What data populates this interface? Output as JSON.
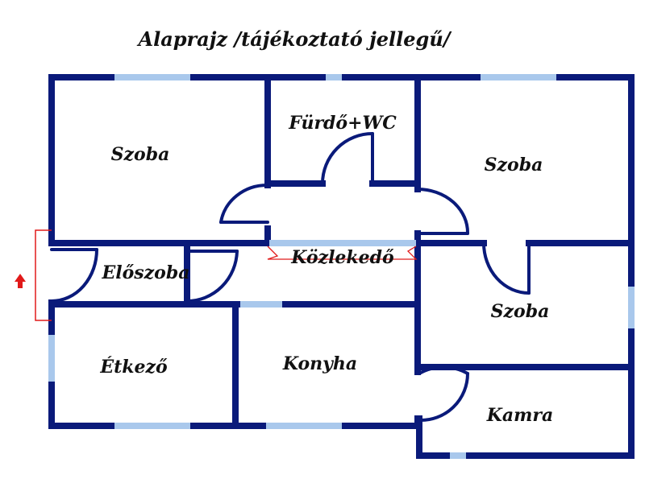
{
  "title": "Alaprajz /tájékoztató jellegű/",
  "rooms": {
    "szoba_1": "Szoba",
    "furdo": "Fürdő+WC",
    "szoba_2": "Szoba",
    "eloszoba": "Előszoba",
    "kozlekedo": "Közlekedő",
    "szoba_3": "Szoba",
    "etkezo": "Étkező",
    "konyha": "Konyha",
    "kamra": "Kamra"
  },
  "colors": {
    "wall": "#0a1a7a",
    "window": "#a9c8ec",
    "door": "#0a1a7a",
    "entrance_marker": "#e11a1a"
  },
  "icons": {
    "entrance": "arrow-up-icon"
  }
}
